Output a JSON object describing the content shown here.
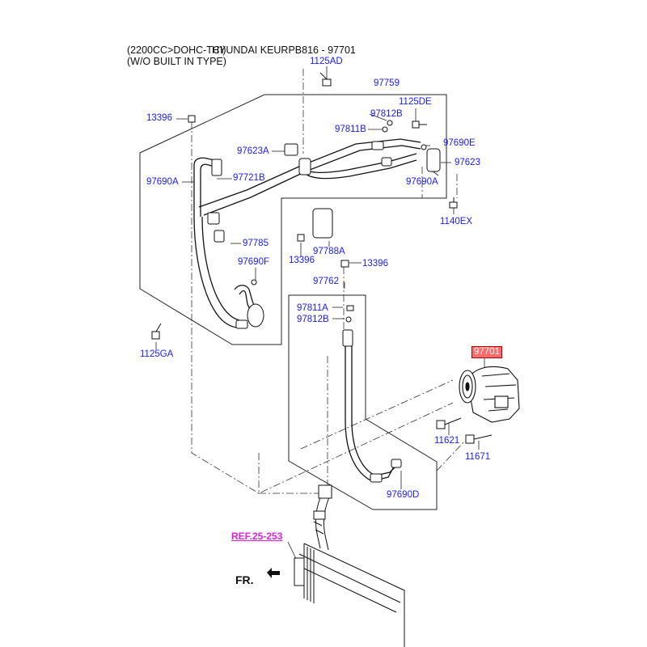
{
  "header": {
    "engine": "(2200CC>DOHC-TCI)",
    "title": "HYUNDAI KEURPB816 - 97701",
    "note": "(W/O BUILT IN TYPE)"
  },
  "parts": {
    "p1125AD": "1125AD",
    "p97759": "97759",
    "p13396_top": "13396",
    "p97812B_top": "97812B",
    "p1125DE": "1125DE",
    "p97811B": "97811B",
    "p97690E": "97690E",
    "p97623A": "97623A",
    "p97623": "97623",
    "p97690A_left": "97690A",
    "p97721B": "97721B",
    "p97690A_right": "97690A",
    "p1140EX": "1140EX",
    "p97785": "97785",
    "p13396_mid": "13396",
    "p97788A": "97788A",
    "p13396_right": "13396",
    "p97690F": "97690F",
    "p97762": "97762",
    "p97811A": "97811A",
    "p97812B_low": "97812B",
    "p1125GA": "1125GA",
    "p97701": "97701",
    "p11621": "11621",
    "p11671": "11671",
    "p97690D": "97690D"
  },
  "ref_label": "REF.25-253",
  "direction_label": "FR.",
  "highlight_color": "#ff6a6a",
  "label_color": "#1a1aff"
}
